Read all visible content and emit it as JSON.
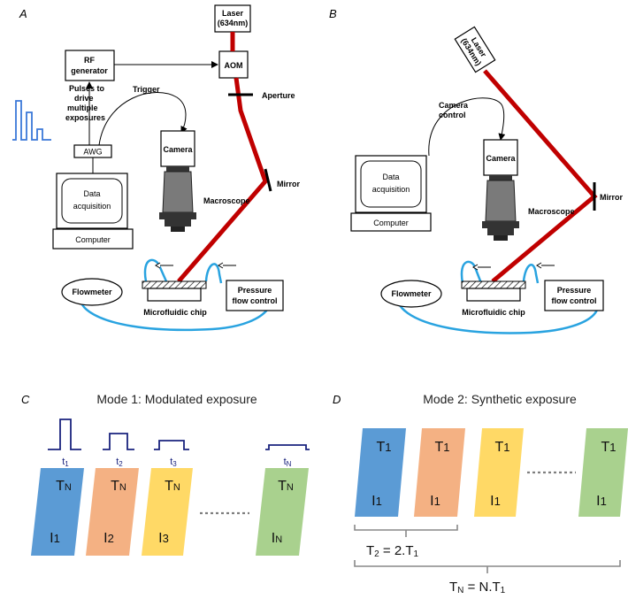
{
  "panels": {
    "a": "A",
    "b": "B",
    "c": "C",
    "d": "D"
  },
  "setup_a": {
    "laser": "Laser",
    "laser_wavelength": "(634nm)",
    "aom": "AOM",
    "aperture": "Aperture",
    "rf_generator_1": "RF",
    "rf_generator_2": "generator",
    "trigger": "Trigger",
    "pulses_1": "Pulses to",
    "pulses_2": "drive",
    "pulses_3": "multiple",
    "pulses_4": "exposures",
    "awg": "AWG",
    "camera": "Camera",
    "macroscope": "Macroscope",
    "mirror": "Mirror",
    "data_acq_1": "Data",
    "data_acq_2": "acquisition",
    "computer": "Computer",
    "flowmeter": "Flowmeter",
    "chip": "Microfluidic chip",
    "pressure_1": "Pressure",
    "pressure_2": "flow control"
  },
  "setup_b": {
    "laser": "Laser",
    "laser_wavelength": "(634nm)",
    "camera_control_1": "Camera",
    "camera_control_2": "control",
    "camera": "Camera",
    "macroscope": "Macroscope",
    "mirror": "Mirror",
    "data_acq_1": "Data",
    "data_acq_2": "acquisition",
    "computer": "Computer",
    "flowmeter": "Flowmeter",
    "chip": "Microfluidic chip",
    "pressure_1": "Pressure",
    "pressure_2": "flow control"
  },
  "mode1": {
    "title": "Mode 1: Modulated exposure",
    "frames": [
      {
        "pulse_main": "t",
        "pulse_sub": "1",
        "top_main": "T",
        "top_sub": "N",
        "bot_main": "I",
        "bot_sub": "1",
        "color": "#5b9bd5"
      },
      {
        "pulse_main": "t",
        "pulse_sub": "2",
        "top_main": "T",
        "top_sub": "N",
        "bot_main": "I",
        "bot_sub": "2",
        "color": "#f4b183"
      },
      {
        "pulse_main": "t",
        "pulse_sub": "3",
        "top_main": "T",
        "top_sub": "N",
        "bot_main": "I",
        "bot_sub": "3",
        "color": "#ffd966"
      },
      {
        "pulse_main": "t",
        "pulse_sub": "N",
        "top_main": "T",
        "top_sub": "N",
        "bot_main": "I",
        "bot_sub": "N",
        "color": "#a9d18e"
      }
    ]
  },
  "mode2": {
    "title": "Mode 2: Synthetic exposure",
    "frames": [
      {
        "top_main": "T",
        "top_sub": "1",
        "bot_main": "I",
        "bot_sub": "1",
        "color": "#5b9bd5"
      },
      {
        "top_main": "T",
        "top_sub": "1",
        "bot_main": "I",
        "bot_sub": "1",
        "color": "#f4b183"
      },
      {
        "top_main": "T",
        "top_sub": "1",
        "bot_main": "I",
        "bot_sub": "1",
        "color": "#ffd966"
      },
      {
        "top_main": "T",
        "top_sub": "1",
        "bot_main": "I",
        "bot_sub": "1",
        "color": "#a9d18e"
      }
    ],
    "eq2_a": "T",
    "eq2_sub": "2",
    "eq2_b": " = 2.T",
    "eq2_sub2": "1",
    "eqN_a": "T",
    "eqN_sub": "N",
    "eqN_b": " = N.T",
    "eqN_sub2": "1"
  },
  "colors": {
    "laser_beam": "#c00000",
    "tubing": "#29a3e0",
    "pulse": "#1a237e",
    "dots": "#7f7f7f"
  }
}
